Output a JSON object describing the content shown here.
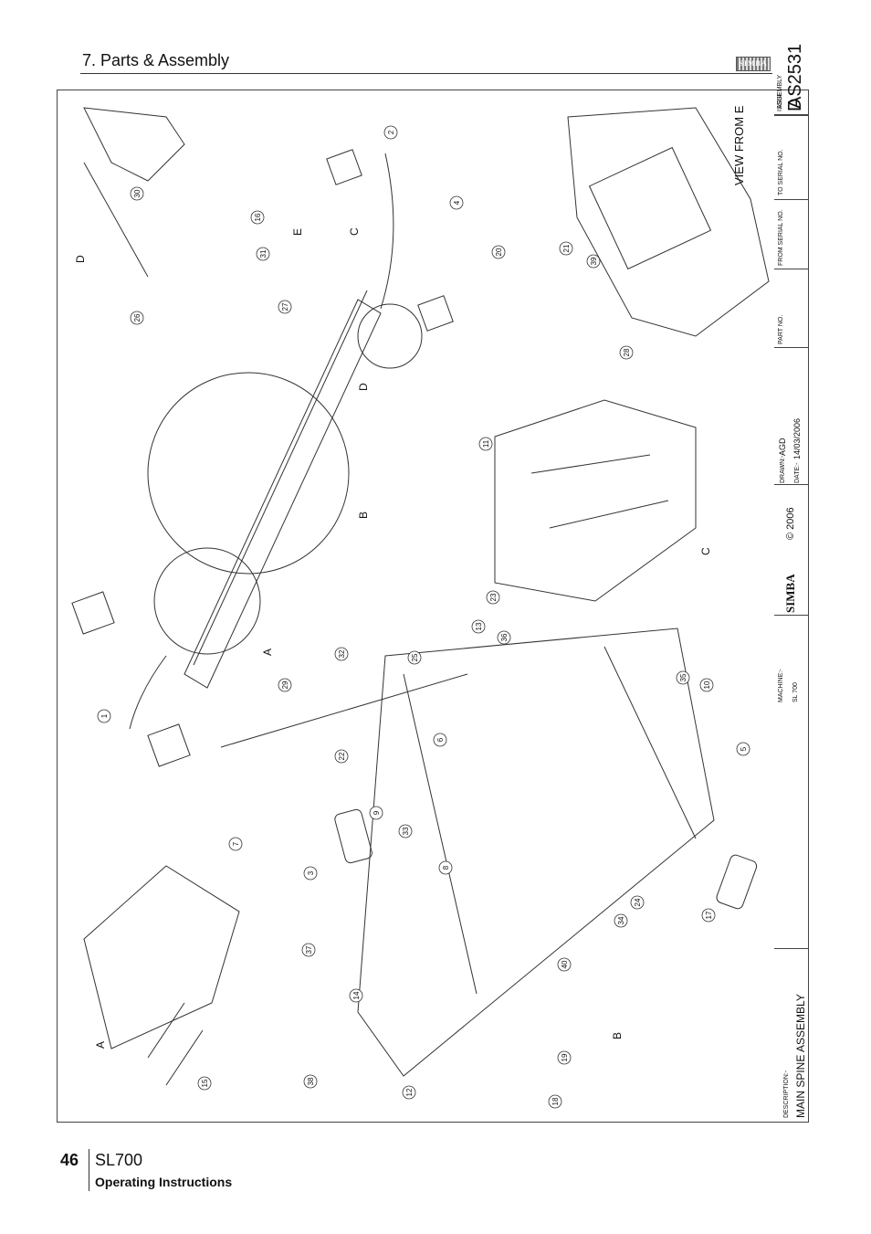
{
  "header": {
    "section_title": "7. Parts & Assembly",
    "logo_text": "SIMBA"
  },
  "drawing": {
    "view_title": "VIEW FROM E",
    "view_letters": [
      "A",
      "B",
      "C",
      "D",
      "E"
    ],
    "callouts": [
      "1",
      "2",
      "3",
      "4",
      "5",
      "6",
      "7",
      "8",
      "9",
      "10",
      "11",
      "12",
      "13",
      "14",
      "15",
      "16",
      "17",
      "18",
      "19",
      "20",
      "21",
      "22",
      "23",
      "24",
      "25",
      "26",
      "27",
      "28",
      "29",
      "30",
      "31",
      "32",
      "33",
      "34",
      "35",
      "36",
      "37",
      "38",
      "39",
      "40"
    ]
  },
  "title_block": {
    "description_label": "DESCRIPTION:-",
    "description": "MAIN SPINE ASSEMBLY",
    "machine_label": "MACHINE:-",
    "machine": "SL 700",
    "logo": "SIMBA",
    "copyright": "© 2006",
    "drawn_label": "DRAWN:-",
    "drawn": "AGD",
    "date_label": "DATE:-",
    "date": "14/03/2006",
    "part_no_label": "PART NO.",
    "from_serial_label": "FROM SERIAL NO.",
    "to_serial_label": "TO SERIAL NO.",
    "assembly_label": "ASSEMBLY",
    "assembly": "AS2531",
    "issue_label": "ISSUE",
    "issue": "D"
  },
  "footer": {
    "page_number": "46",
    "model": "SL700",
    "manual": "Operating Instructions"
  }
}
